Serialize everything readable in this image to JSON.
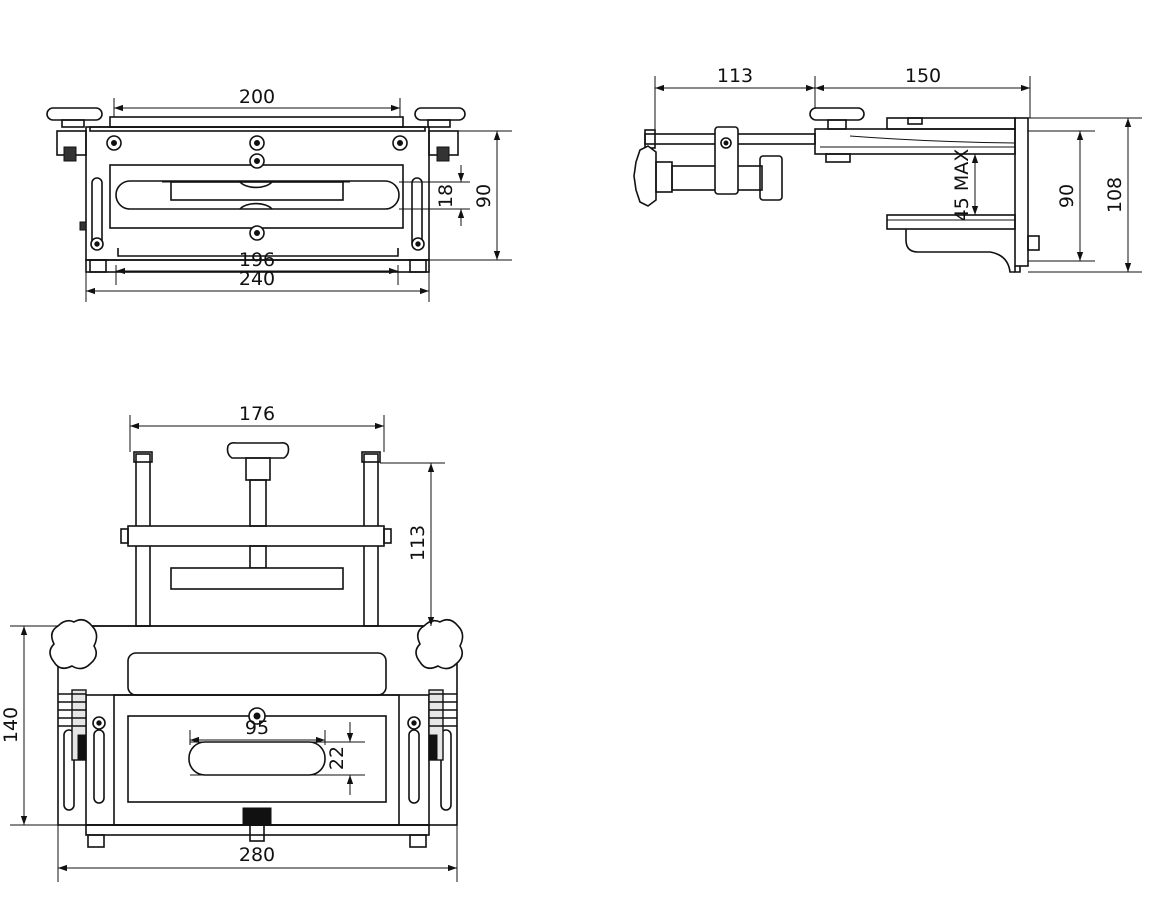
{
  "drawing": {
    "dimension_labels": {
      "top_width_200": "200",
      "top_slot_196": "196",
      "top_overall_240": "240",
      "top_slot_height_18": "18",
      "top_height_90": "90",
      "side_arm_113": "113",
      "side_depth_150": "150",
      "side_gap_45max": "45 MAX",
      "side_height_90": "90",
      "side_height_108": "108",
      "front_rails_176": "176",
      "front_rail_height_113": "113",
      "front_height_140": "140",
      "front_slot_95": "95",
      "front_slot_height_22": "22",
      "front_overall_280": "280"
    },
    "colors": {
      "line": "#111111",
      "background": "#ffffff",
      "fill_light": "#e6e6e6"
    }
  }
}
